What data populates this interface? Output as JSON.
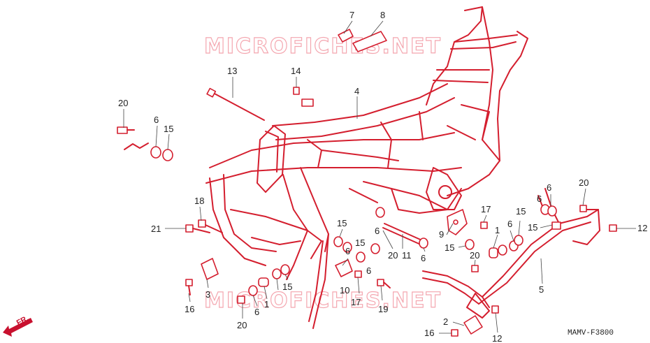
{
  "diagram": {
    "code": "MAMV-F3800",
    "direction": "FR.",
    "watermark": "MICROFICHES.NET",
    "colors": {
      "frame": "#d41e2e",
      "label": "#222222",
      "watermark": "#f4a7b0"
    },
    "callouts": [
      "7",
      "8",
      "13",
      "14",
      "4",
      "20",
      "6",
      "15",
      "18",
      "21",
      "3",
      "16",
      "20",
      "1",
      "6",
      "15",
      "15",
      "6",
      "15",
      "10",
      "6",
      "17",
      "20",
      "11",
      "6",
      "6",
      "19",
      "9",
      "15",
      "17",
      "1",
      "6",
      "15",
      "6",
      "15",
      "20",
      "6",
      "20",
      "12",
      "5",
      "2",
      "16",
      "12"
    ]
  }
}
